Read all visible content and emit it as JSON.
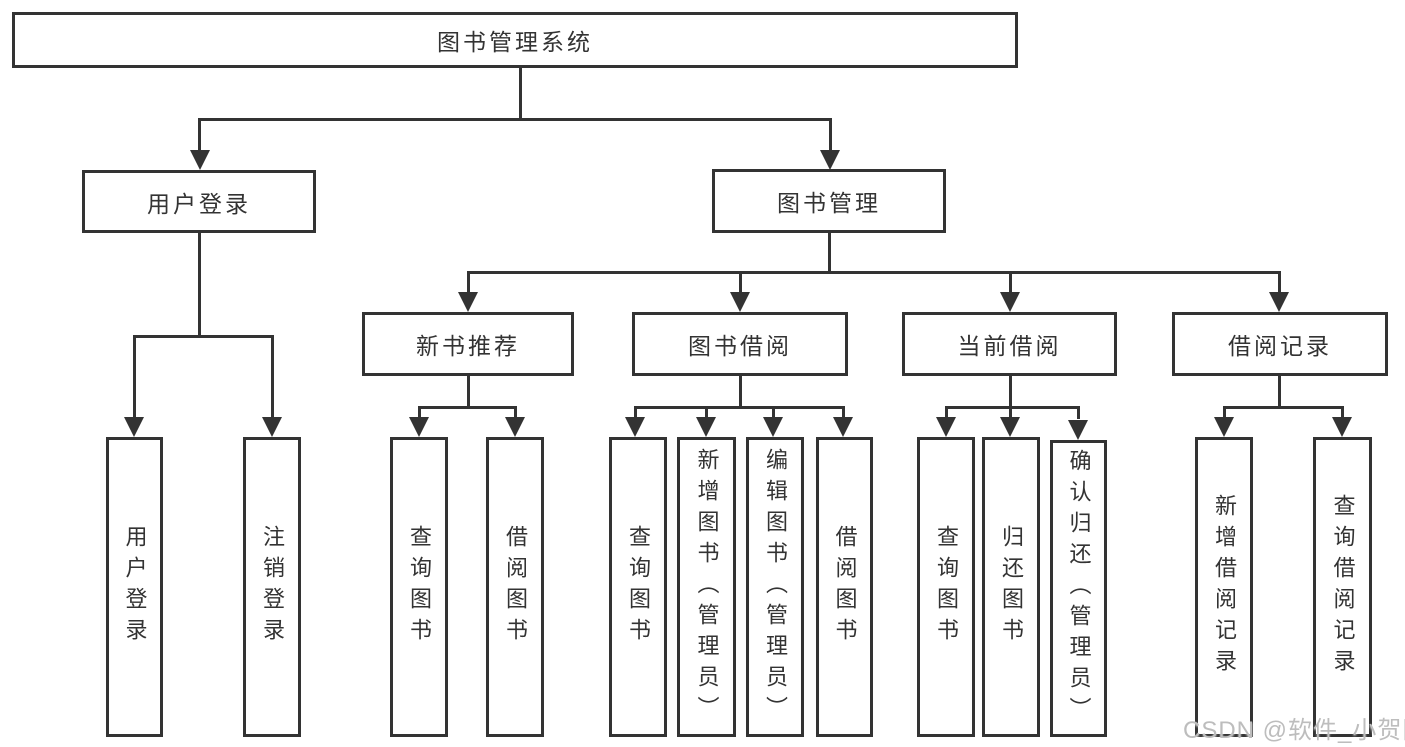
{
  "diagram": {
    "title_node": "图书管理系统",
    "root": {
      "label": "图书管理系统"
    },
    "branches": {
      "user_login": {
        "label": "用户登录",
        "children": [
          {
            "label": "用户登录"
          },
          {
            "label": "注销登录"
          }
        ]
      },
      "book_mgmt": {
        "label": "图书管理",
        "children": [
          {
            "label": "新书推荐",
            "children": [
              {
                "label": "查询图书"
              },
              {
                "label": "借阅图书"
              }
            ]
          },
          {
            "label": "图书借阅",
            "children": [
              {
                "label": "查询图书"
              },
              {
                "label": "新增图书（管理员）"
              },
              {
                "label": "编辑图书（管理员）"
              },
              {
                "label": "借阅图书"
              }
            ]
          },
          {
            "label": "当前借阅",
            "children": [
              {
                "label": "查询图书"
              },
              {
                "label": "归还图书"
              },
              {
                "label": "确认归还（管理员）"
              }
            ]
          },
          {
            "label": "借阅记录",
            "children": [
              {
                "label": "新增借阅记录"
              },
              {
                "label": "查询借阅记录"
              }
            ]
          }
        ]
      }
    }
  },
  "watermark": {
    "text": "CSDN @软件_小贺同学"
  },
  "colors": {
    "line": "#333333",
    "text": "#333333",
    "watermark": "#bdbdbd",
    "background": "#ffffff"
  }
}
